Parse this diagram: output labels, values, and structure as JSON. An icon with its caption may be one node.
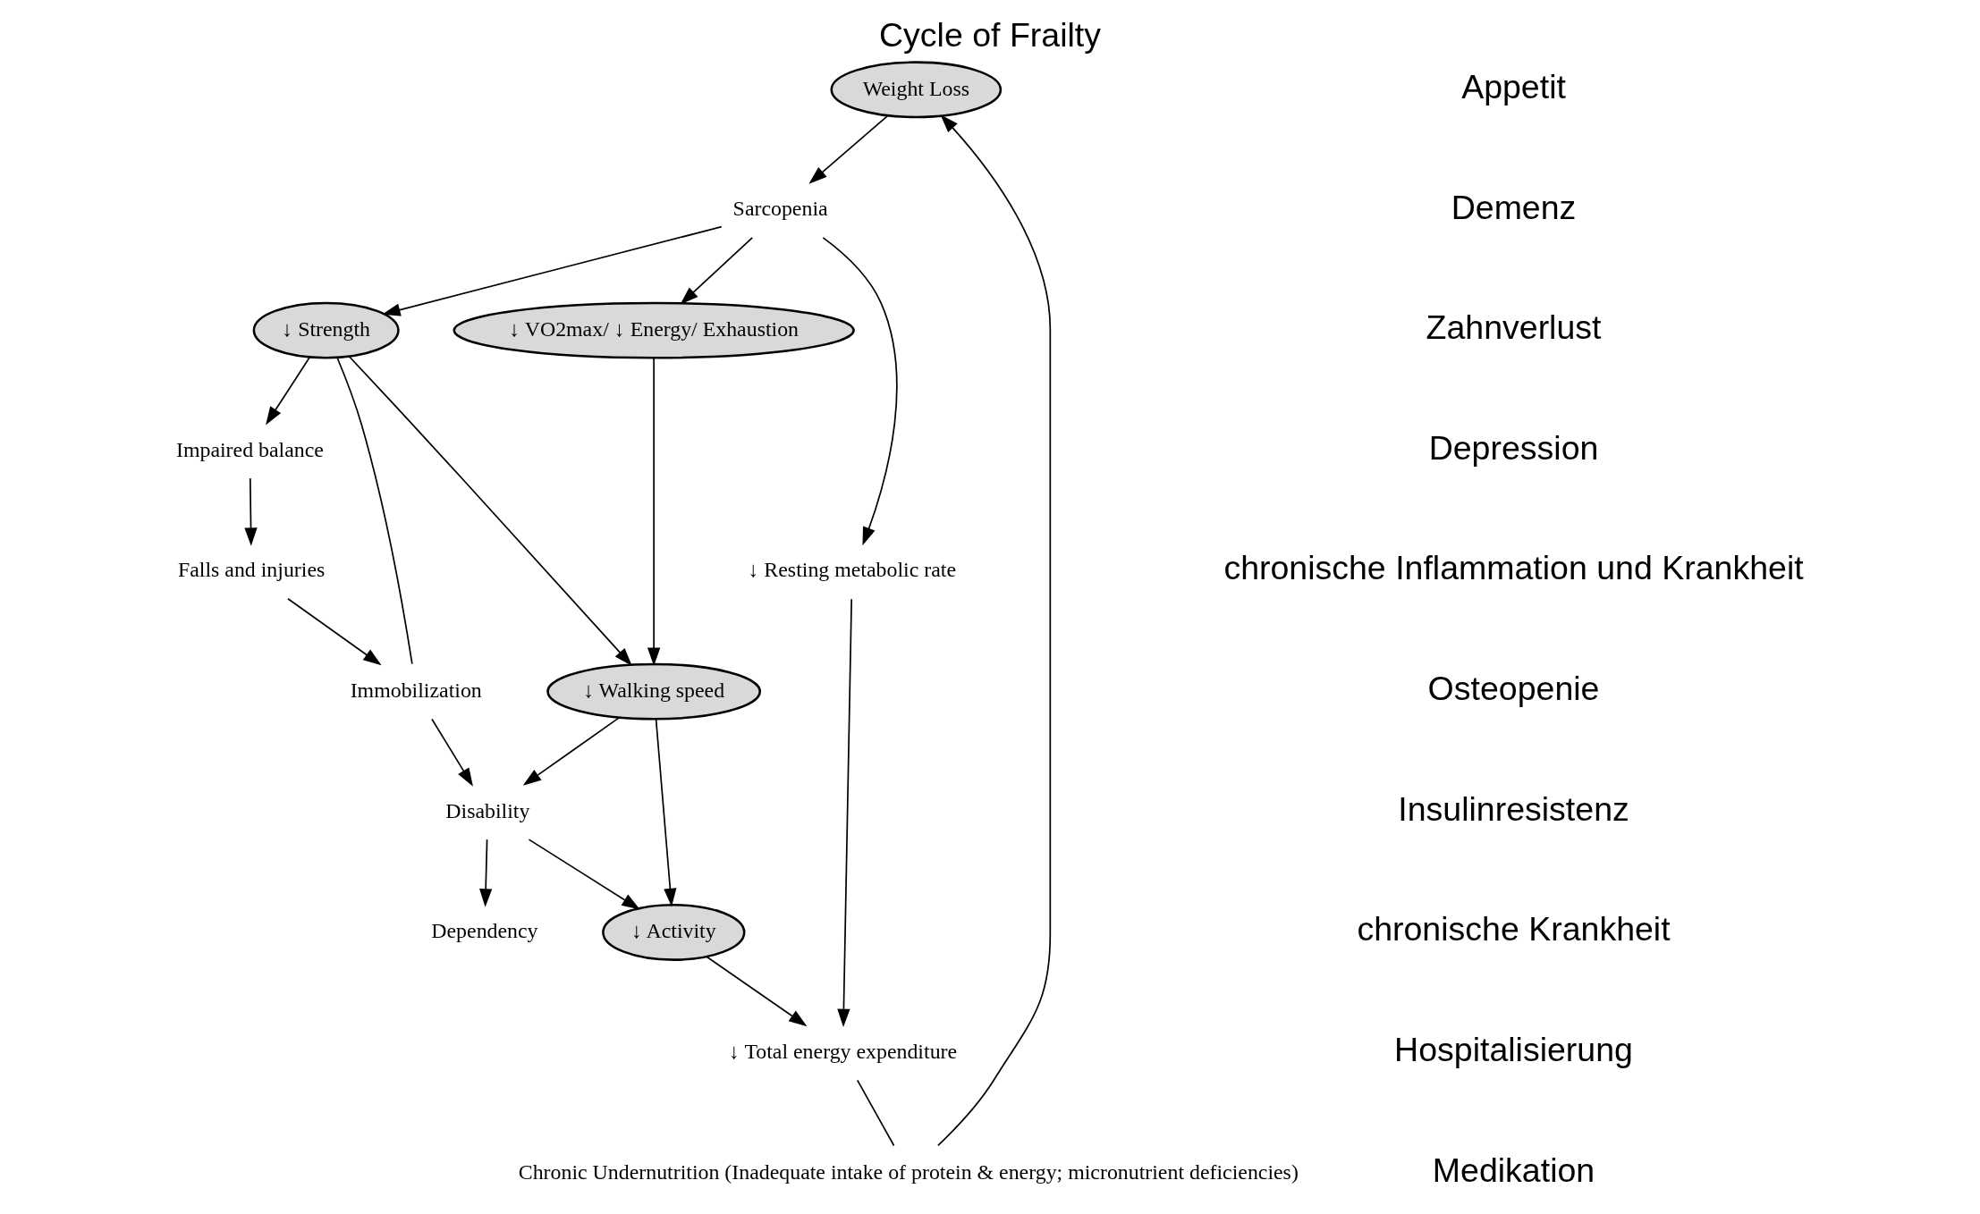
{
  "diagram": {
    "title": "Cycle of Frailty",
    "nodes": [
      {
        "text": [
          "Weight Loss"
        ]
      },
      {
        "text": [
          "Chronic Undernutrition (Inadequate intake of protein & energy; micronutrient deficiencies)"
        ]
      },
      {
        "text": [
          "↓ Total energy expenditure"
        ]
      },
      {
        "text": [
          "Sarcopenia"
        ]
      },
      {
        "text": [
          "↓ Resting metabolic rate"
        ]
      },
      {
        "text": [
          "↓ Activity"
        ]
      },
      {
        "text": [
          "↓ Walking speed"
        ]
      },
      {
        "text": [
          "↓ Strength"
        ]
      },
      {
        "text": [
          "↓ VO2max/ ↓ Energy/ Exhaustion"
        ]
      },
      {
        "text": [
          "Impaired balance"
        ]
      },
      {
        "text": [
          "Disability"
        ]
      },
      {
        "text": [
          "Immobilization"
        ]
      },
      {
        "text": [
          "Falls and injuries"
        ]
      },
      {
        "text": [
          "Dependency"
        ]
      }
    ],
    "edges": [
      {
        "from": 2,
        "to": 1,
        "arrow": "none"
      },
      {
        "from": 1,
        "to": 0,
        "arrow": "to"
      },
      {
        "from": 0,
        "to": 3,
        "arrow": "to"
      },
      {
        "from": 3,
        "to": 4,
        "arrow": "to"
      },
      {
        "from": 4,
        "to": 2,
        "arrow": "to"
      },
      {
        "from": 3,
        "to": 7,
        "arrow": "to"
      },
      {
        "from": 3,
        "to": 8,
        "arrow": "to"
      },
      {
        "from": 5,
        "to": 2,
        "arrow": "to"
      },
      {
        "from": 6,
        "to": 5,
        "arrow": "to"
      },
      {
        "from": 10,
        "to": 5,
        "arrow": "to"
      },
      {
        "from": 7,
        "to": 6,
        "arrow": "to"
      },
      {
        "from": 6,
        "to": 10,
        "arrow": "to"
      },
      {
        "from": 7,
        "to": 9,
        "arrow": "to"
      },
      {
        "from": 9,
        "to": 12,
        "arrow": "to"
      },
      {
        "from": 12,
        "to": 11,
        "arrow": "to"
      },
      {
        "from": 11,
        "to": 10,
        "arrow": "to"
      },
      {
        "from": 11,
        "to": 7,
        "arrow": "none"
      },
      {
        "from": 10,
        "to": 13,
        "arrow": "to"
      },
      {
        "from": 8,
        "to": 6,
        "arrow": "to"
      }
    ],
    "labels": [
      "Appetit",
      "Demenz",
      "Zahnverlust",
      "Depression",
      "chronische Inflammation und Krankheit",
      "Osteopenie",
      "Insulinresistenz",
      "chronische Krankheit",
      "Hospitalisierung",
      "Medikation"
    ]
  }
}
